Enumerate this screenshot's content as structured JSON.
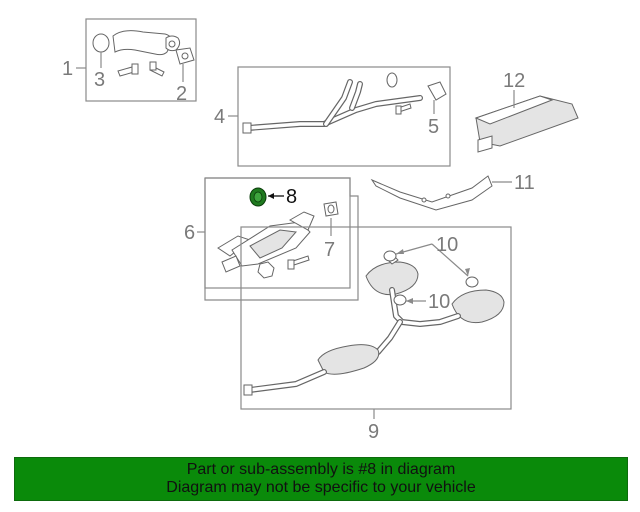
{
  "colors": {
    "banner_bg": "#0a8a0a",
    "highlight_part": "#1f7a1f",
    "line_gray": "#8a8a8a"
  },
  "callouts": {
    "c1": "1",
    "c2": "2",
    "c3": "3",
    "c4": "4",
    "c5": "5",
    "c6": "6",
    "c7": "7",
    "c8": "8",
    "c9": "9",
    "c10a": "10",
    "c10b": "10",
    "c11": "11",
    "c12": "12"
  },
  "highlighted_callout": "8",
  "banner": {
    "line1": "Part or sub-assembly is #8 in diagram",
    "line2": "Diagram may not be specific to your vehicle"
  }
}
